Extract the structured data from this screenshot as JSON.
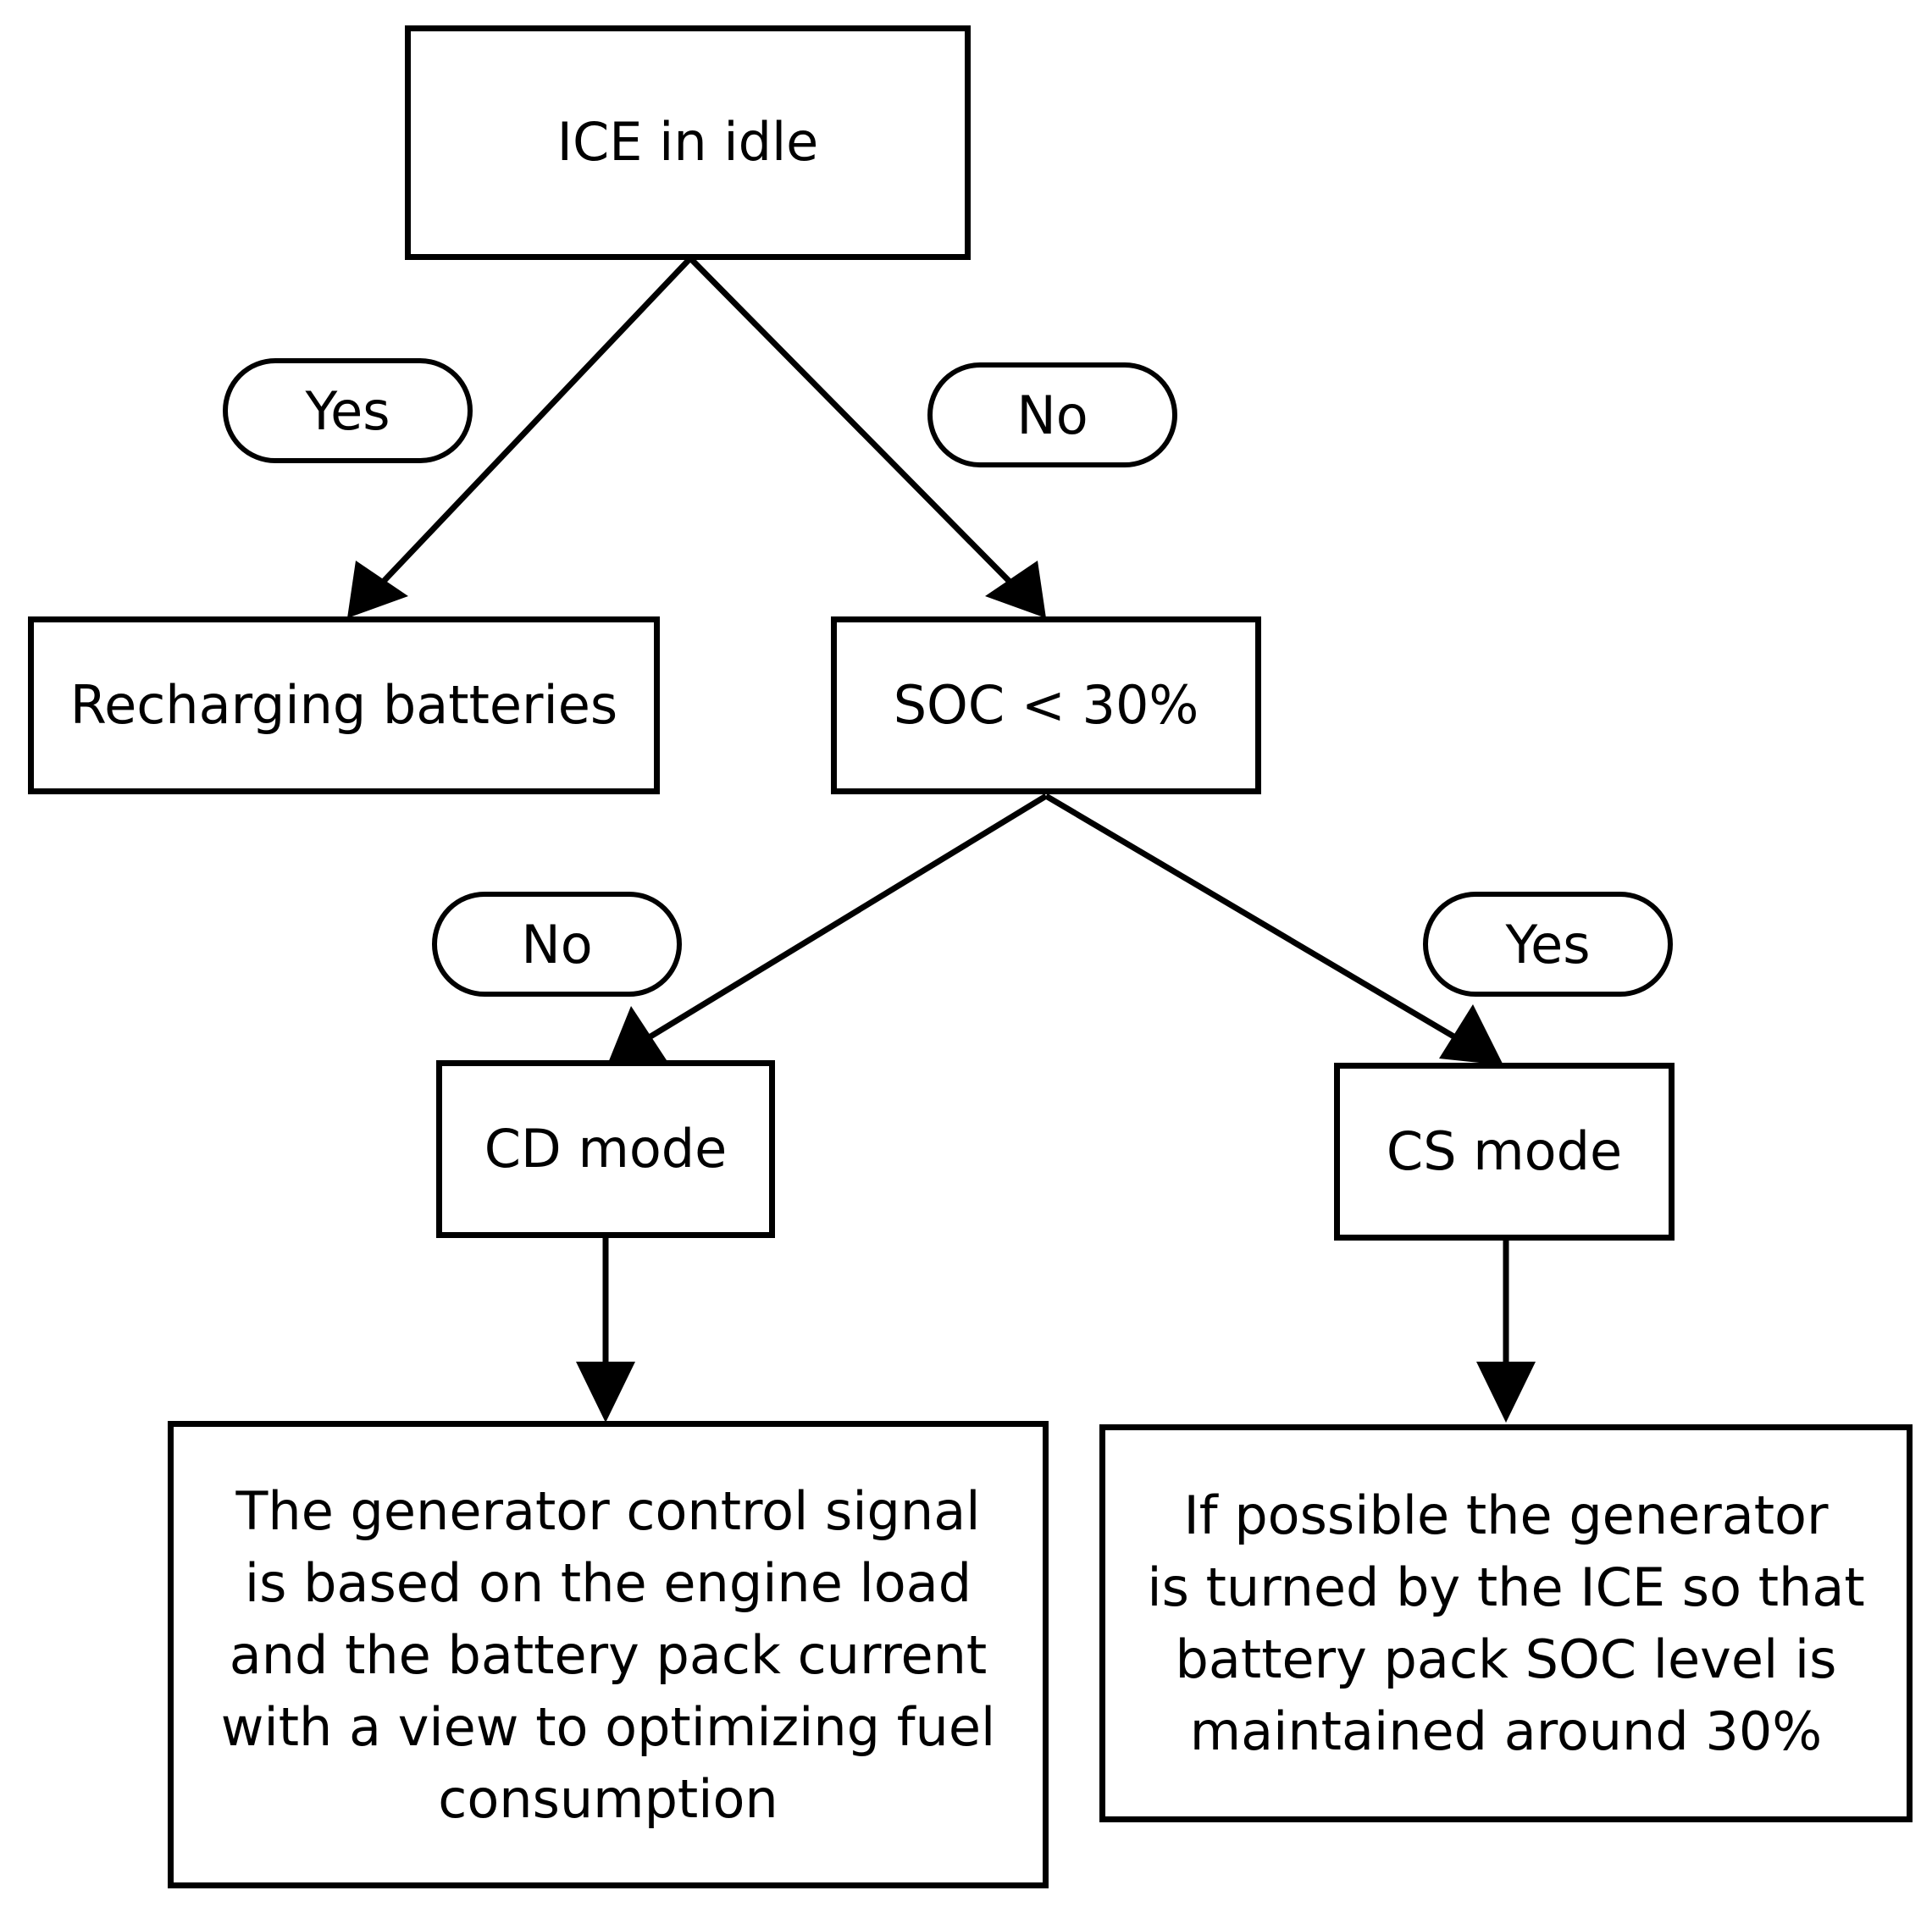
{
  "nodes": {
    "ice_idle": "ICE in idle",
    "recharging": "Recharging batteries",
    "soc_check": "SOC < 30%",
    "cd_mode": "CD mode",
    "cs_mode": "CS mode",
    "cd_desc": "The generator control signal\nis based on the engine load\nand the battery pack current\nwith a view to optimizing fuel\nconsumption",
    "cs_desc": "If possible the generator\nis turned by the ICE so that\nbattery pack SOC level is\nmaintained around 30%"
  },
  "edge_labels": {
    "yes_1": "Yes",
    "no_1": "No",
    "no_2": "No",
    "yes_2": "Yes"
  },
  "colors": {
    "line": "#000000",
    "background": "#ffffff"
  }
}
